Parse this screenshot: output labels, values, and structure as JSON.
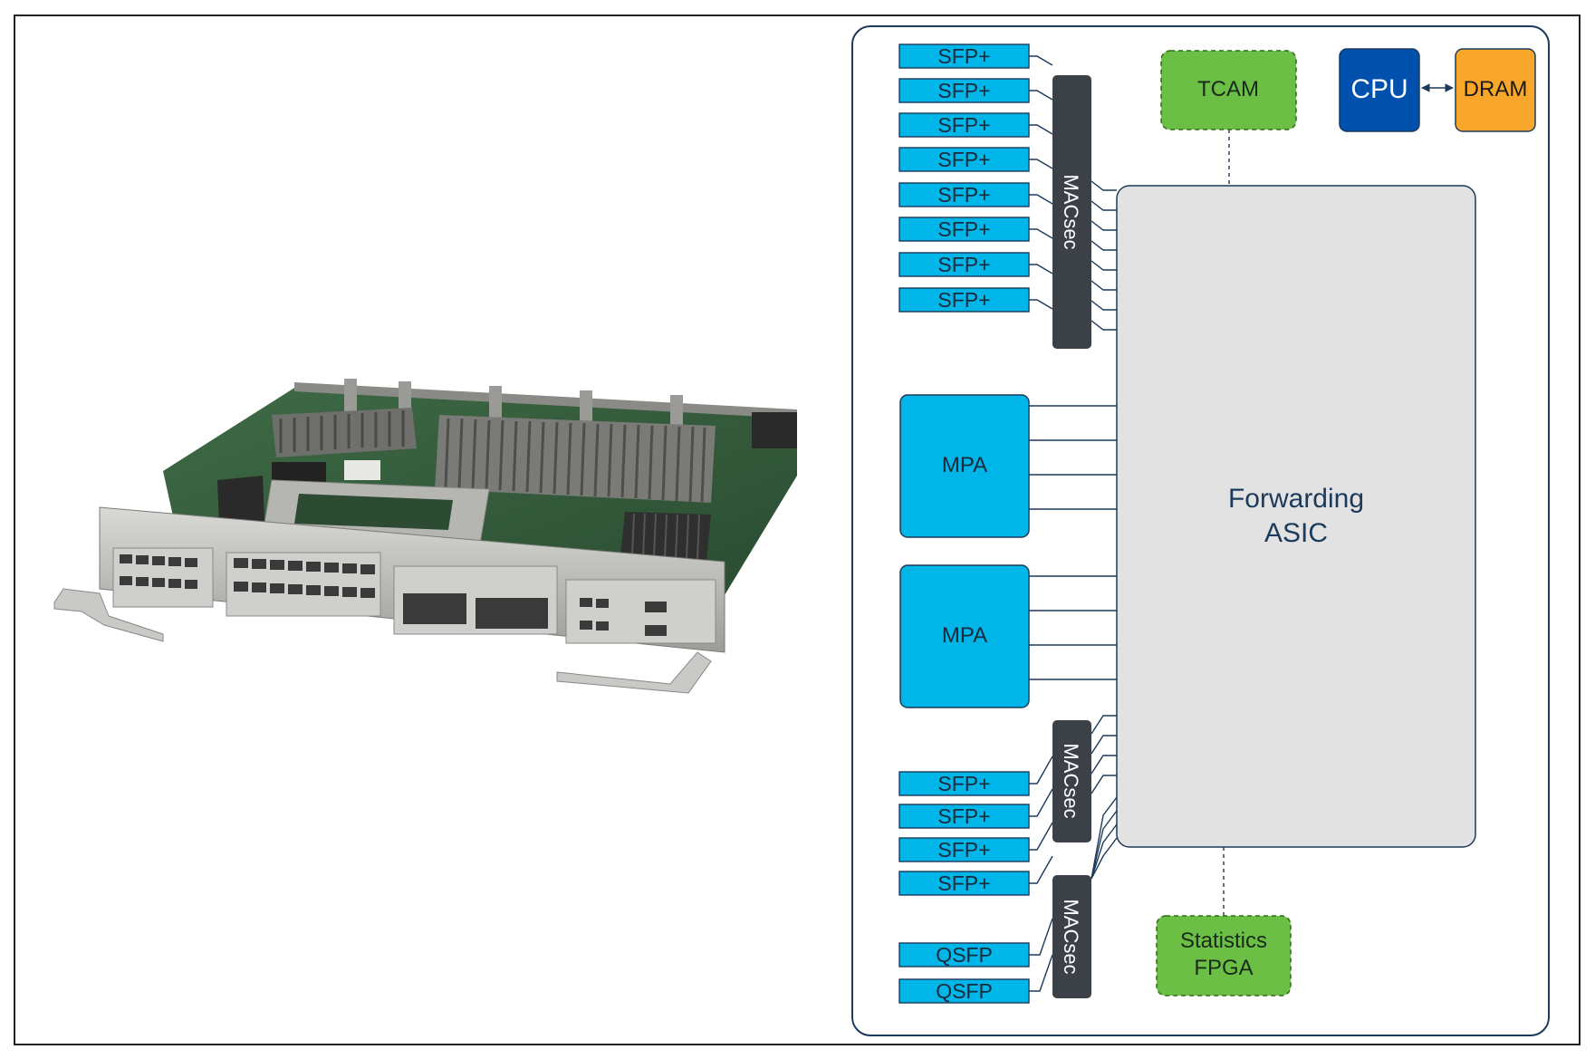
{
  "figure": {
    "photo": {
      "alt": "Line card hardware with SFP+ ports, MPA slots and QSFP ports"
    },
    "diagram": {
      "sfp_top": [
        "SFP+",
        "SFP+",
        "SFP+",
        "SFP+",
        "SFP+",
        "SFP+",
        "SFP+",
        "SFP+"
      ],
      "sfp_bottom": [
        "SFP+",
        "SFP+",
        "SFP+",
        "SFP+"
      ],
      "qsfp": [
        "QSFP",
        "QSFP"
      ],
      "macsec_label": "MACsec",
      "mpa": [
        "MPA",
        "MPA"
      ],
      "tcam": "TCAM",
      "cpu": "CPU",
      "dram": "DRAM",
      "asic_line1": "Forwarding",
      "asic_line2": "ASIC",
      "stats_line1": "Statistics",
      "stats_line2": "FPGA"
    },
    "colors": {
      "port_fill": "#00B5E8",
      "macsec_fill": "#3c4147",
      "green": "#6BBF45",
      "cpu": "#0050AE",
      "dram": "#F9A72B",
      "asic": "#e2e2e2",
      "line": "#1c3a5c"
    }
  }
}
